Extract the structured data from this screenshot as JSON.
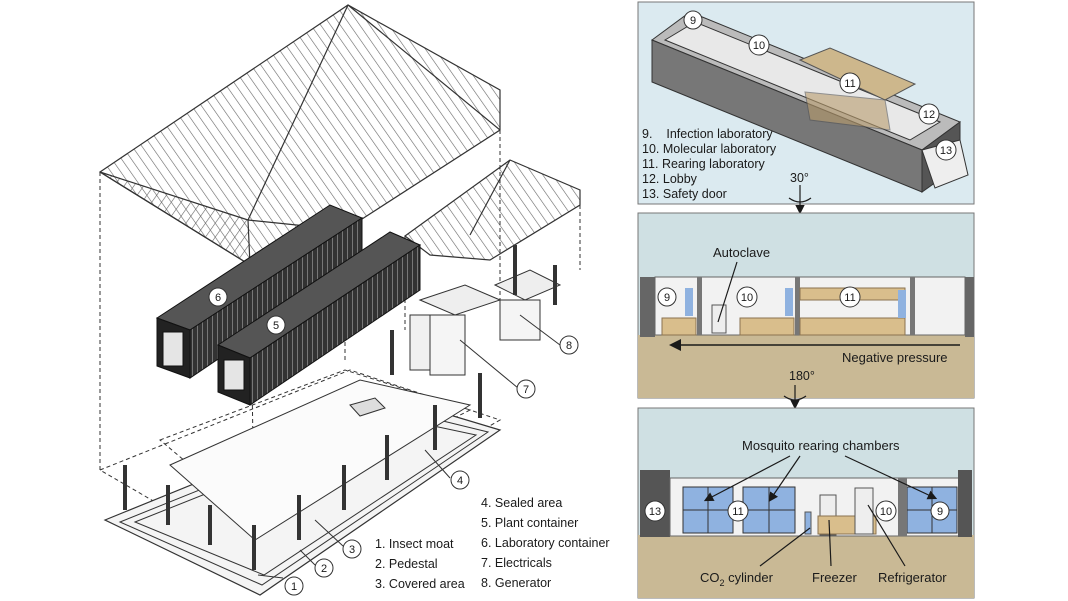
{
  "site_legend_left": [
    {
      "num": "1.",
      "text": "Insect moat"
    },
    {
      "num": "2.",
      "text": "Pedestal"
    },
    {
      "num": "3.",
      "text": "Covered area"
    }
  ],
  "site_legend_right": [
    {
      "num": "4.",
      "text": "Sealed area"
    },
    {
      "num": "5.",
      "text": "Plant container"
    },
    {
      "num": "6.",
      "text": "Laboratory container"
    },
    {
      "num": "7.",
      "text": "Electricals"
    },
    {
      "num": "8.",
      "text": "Generator"
    }
  ],
  "site_callouts": [
    "1",
    "2",
    "3",
    "4",
    "5",
    "6",
    "7",
    "8"
  ],
  "top_panel": {
    "callouts": [
      "9",
      "10",
      "11",
      "12",
      "13"
    ],
    "legend": [
      {
        "num": "9.",
        "text": "Infection laboratory"
      },
      {
        "num": "10.",
        "text": "Molecular laboratory"
      },
      {
        "num": "11.",
        "text": "Rearing laboratory"
      },
      {
        "num": "12.",
        "text": "Lobby"
      },
      {
        "num": "13.",
        "text": "Safety door"
      }
    ]
  },
  "rotation_1": "30°",
  "rotation_2": "180°",
  "middle_panel": {
    "autoclave": "Autoclave",
    "negative_pressure": "Negative pressure",
    "callouts": [
      "9",
      "10",
      "11"
    ]
  },
  "bottom_panel": {
    "mosquito_chambers": "Mosquito rearing chambers",
    "co2_prefix": "CO",
    "co2_sub": "2",
    "co2_suffix": " cylinder",
    "freezer": "Freezer",
    "refrigerator": "Refrigerator",
    "callouts": [
      "13",
      "11",
      "10",
      "9"
    ]
  },
  "colors": {
    "sky": "#c9dfe3",
    "floor": "#c7b690",
    "cabinet": "#d9be8c",
    "window": "#8fb2e0",
    "container": "#2a2a2a",
    "line": "#333333"
  }
}
